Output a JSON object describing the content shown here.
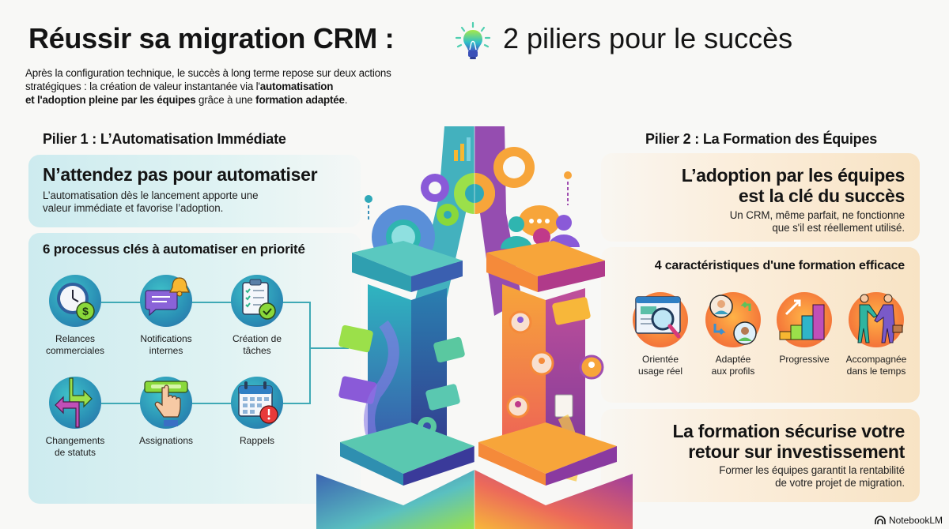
{
  "header": {
    "title_part1": "Réussir sa migration CRM :",
    "title_part2": "2 piliers pour le succès",
    "title_icon": "lightbulb-icon",
    "intro": {
      "t1": "Après la configuration technique, le succès à long terme repose sur deux actions stratégiques : la création de valeur instantanée via l'",
      "b1": "automatisation",
      "t2": " ",
      "b2": "et l'adoption pleine par les équipes",
      "t3": " grâce à une ",
      "b3": "formation adaptée",
      "t4": "."
    }
  },
  "pillar1": {
    "heading": "Pilier 1 : L’Automatisation Immédiate",
    "card1": {
      "title": "N’attendez pas pour automatiser",
      "text": "L’automatisation dès le lancement apporte une valeur immédiate et favorise l’adoption."
    },
    "card2": {
      "title": "6 processus clés à automatiser en priorité",
      "processes": [
        {
          "label_line1": "Relances",
          "label_line2": "commerciales",
          "icon": "clock-dollar-icon"
        },
        {
          "label_line1": "Notifications",
          "label_line2": "internes",
          "icon": "chat-bell-icon"
        },
        {
          "label_line1": "Création de",
          "label_line2": "tâches",
          "icon": "clipboard-check-icon"
        },
        {
          "label_line1": "Changements",
          "label_line2": "de statuts",
          "icon": "split-arrows-icon"
        },
        {
          "label_line1": "Assignations",
          "label_line2": "",
          "icon": "hand-click-button-icon"
        },
        {
          "label_line1": "Rappels",
          "label_line2": "",
          "icon": "calendar-alarm-icon"
        }
      ]
    }
  },
  "pillar2": {
    "heading": "Pilier 2 : La Formation des Équipes",
    "card1": {
      "title_line1": "L’adoption par les équipes",
      "title_line2": "est la clé du succès",
      "text_line1": "Un CRM, même parfait, ne fonctionne",
      "text_line2": "que s'il est réellement utilisé."
    },
    "card2": {
      "title": "4 caractéristiques d'une formation efficace",
      "features": [
        {
          "label_line1": "Orientée",
          "label_line2": "usage réel",
          "icon": "browser-magnifier-icon"
        },
        {
          "label_line1": "Adaptée",
          "label_line2": "aux profils",
          "icon": "profiles-swap-icon"
        },
        {
          "label_line1": "Progressive",
          "label_line2": "",
          "icon": "rising-steps-icon"
        },
        {
          "label_line1": "Accompagnée",
          "label_line2": "dans le temps",
          "icon": "handshake-icon"
        }
      ]
    },
    "card3": {
      "title_line1": "La formation sécurise votre",
      "title_line2": "retour sur investissement",
      "text_line1": "Former les équipes garantit la rentabilité",
      "text_line2": "de votre projet de migration."
    }
  },
  "watermark": "NotebookLM",
  "colors": {
    "background": "#f8f8f6",
    "pillar1_panel": "#d6eff1",
    "pillar2_panel": "#fae8cf",
    "teal_accent": "#3fa9b5",
    "orange_accent": "#f57a3a",
    "purple_accent": "#8a4fb5"
  }
}
